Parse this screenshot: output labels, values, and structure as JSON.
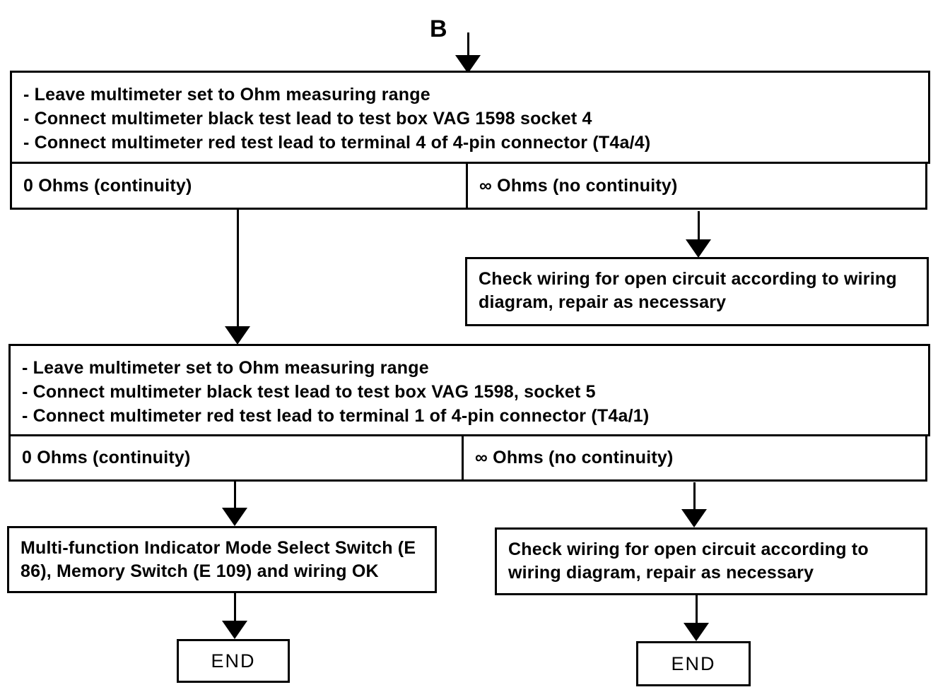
{
  "colors": {
    "ink": "#000000",
    "paper": "#ffffff"
  },
  "flowchart": {
    "entry_label": "B",
    "step1": {
      "instructions": [
        "- Leave multimeter set to Ohm measuring range",
        "- Connect multimeter black test lead to test box VAG 1598  socket 4",
        "- Connect multimeter red test lead to terminal 4 of 4-pin connector (T4a/4)"
      ],
      "outcome_continuity": "0 Ohms (continuity)",
      "outcome_no_continuity": "∞ Ohms (no continuity)"
    },
    "check_wiring_top": "Check wiring for open circuit according to wiring diagram, repair as necessary",
    "step2": {
      "instructions": [
        "- Leave multimeter set to Ohm measuring range",
        "- Connect multimeter black test lead to test box VAG 1598, socket 5",
        "- Connect multimeter red test lead to terminal 1 of 4-pin connector (T4a/1)"
      ],
      "outcome_continuity": "0 Ohms (continuity)",
      "outcome_no_continuity": "∞ Ohms (no continuity)"
    },
    "ok_result": "Multi-function Indicator Mode Select Switch (E 86), Memory Switch (E 109) and wiring OK",
    "check_wiring_bottom": "Check wiring for open circuit according to wiring diagram, repair as necessary",
    "end_left": "END",
    "end_right": "END"
  }
}
